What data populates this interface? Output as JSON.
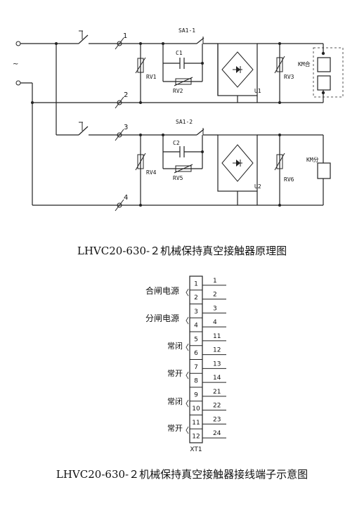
{
  "schematic": {
    "terminal_1": "1",
    "terminal_2": "2",
    "terminal_3": "3",
    "terminal_4": "4",
    "ac_symbol": "~",
    "sa1_1": "SA1-1",
    "sa1_2": "SA1-2",
    "c1": "C1",
    "c2": "C2",
    "rv1": "RV1",
    "rv2": "RV2",
    "rv3": "RV3",
    "rv4": "RV4",
    "rv5": "RV5",
    "rv6": "RV6",
    "u1": "U1",
    "u2": "U2",
    "km_close": "KM合",
    "km_open": "KM分",
    "title": "LHVC20-630-２机械保持真空接触器原理图"
  },
  "terminal_block": {
    "groups": [
      {
        "label": "合闸电源",
        "bracket": "〈"
      },
      {
        "label": "分闸电源",
        "bracket": "〈"
      },
      {
        "label": "常闭",
        "bracket": "〈"
      },
      {
        "label": "常开",
        "bracket": "〈"
      },
      {
        "label": "常闭",
        "bracket": "〈"
      },
      {
        "label": "常开",
        "bracket": "〈"
      }
    ],
    "cells": [
      "1",
      "2",
      "3",
      "4",
      "5",
      "6",
      "7",
      "8",
      "9",
      "10",
      "11",
      "12"
    ],
    "wires": [
      "1",
      "2",
      "3",
      "4",
      "11",
      "12",
      "13",
      "14",
      "21",
      "22",
      "23",
      "24"
    ],
    "name": "XT1",
    "title": "LHVC20-630-２机械保持真空接触器接线端子示意图"
  }
}
